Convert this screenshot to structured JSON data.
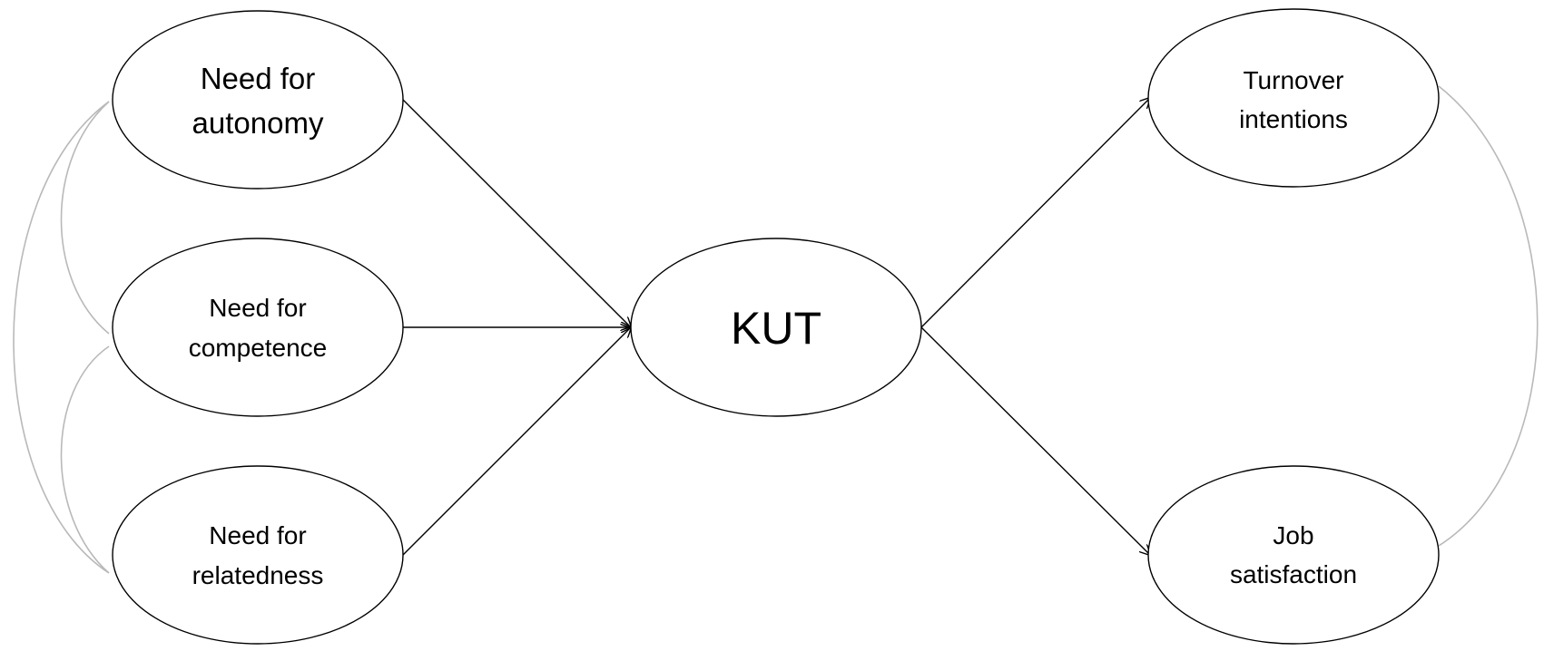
{
  "nodes": {
    "autonomy": {
      "line1": "Need for",
      "line2": "autonomy"
    },
    "competence": {
      "line1": "Need for",
      "line2": "competence"
    },
    "relatedness": {
      "line1": "Need for",
      "line2": "relatedness"
    },
    "kut": {
      "label": "KUT"
    },
    "turnover": {
      "line1": "Turnover",
      "line2": "intentions"
    },
    "satisfaction": {
      "line1": "Job",
      "line2": "satisfaction"
    }
  },
  "colors": {
    "stroke": "#000000",
    "correlation": "#b9b9b9",
    "background": "#ffffff"
  }
}
